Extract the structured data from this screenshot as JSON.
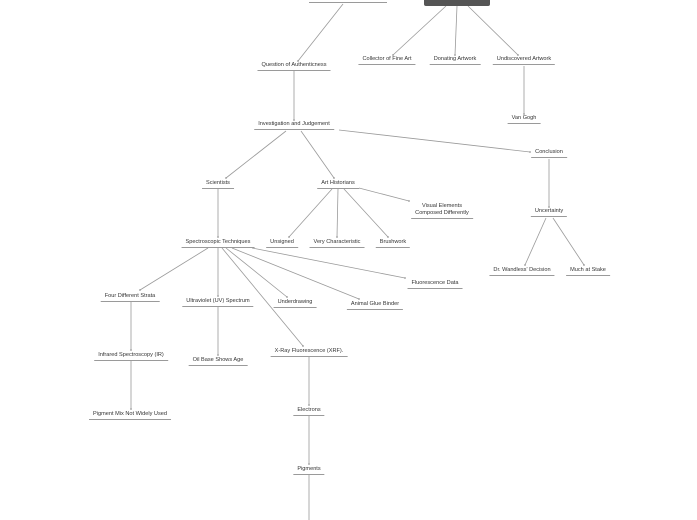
{
  "diagram": {
    "type": "mind-map",
    "colors": {
      "line": "#9a9a9a",
      "text": "#333333",
      "root": "#555555"
    },
    "nodes": {
      "question_of_authenticness": "Question of Authenticness",
      "collector_of_fine_art": "Collector of Fine Art",
      "donating_artwork": "Donating Artwork",
      "undiscovered_artwork": "Undiscovered Artwork",
      "van_gogh": "Van Gogh",
      "investigation_and_judgement": "Investigation and Judgement",
      "conclusion": "Conclusion",
      "scientists": "Scientists",
      "art_historians": "Art Historians",
      "visual_elements_line1": "Visual Elements",
      "visual_elements_line2": "Composed Differently",
      "uncertainty": "Uncertainty",
      "spectroscopic_techniques": "Spectroscopic Techniques",
      "unsigned": "Unsigned",
      "very_characteristic": "Very Characteristic",
      "brushwork": "Brushwork",
      "dr_wandless_decision": "Dr. Wandless' Decision",
      "much_at_stake": "Much at Stake",
      "fluorescence_data": "Fluorescence Data",
      "four_different_strata": "Four Different Strata",
      "ultraviolet_spectrum": "Ultraviolet (UV) Spectrum",
      "underdrawing": "Underdrawing",
      "animal_glue_binder": "Animal Glue Binder",
      "xray_fluorescence": "X-Ray Fluorescence (XRF).",
      "infrared_spectroscopy": "Infrared Spectroscopy (IR)",
      "oil_base_shows_age": "Oil Base Shows Age",
      "electrons": "Electrons",
      "pigment_mix": "Pigment Mix Not Widely Used",
      "pigments": "Pigments"
    }
  }
}
